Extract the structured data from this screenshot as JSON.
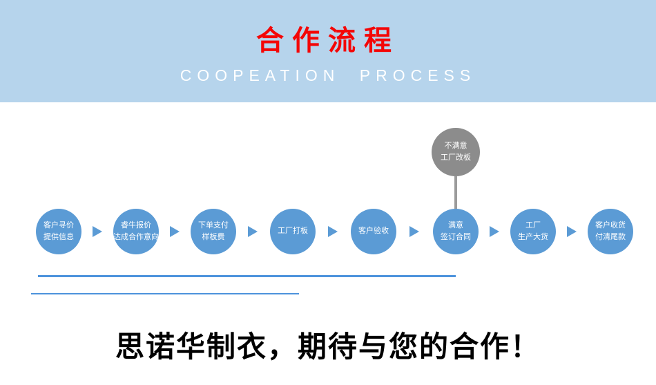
{
  "banner": {
    "title": "合作流程",
    "subtitle": "COOPEATION PROCESS"
  },
  "steps": [
    {
      "line1": "客户寻价",
      "line2": "提供信息"
    },
    {
      "line1": "睿牛报价",
      "line2": "达成合作意向"
    },
    {
      "line1": "下单支付",
      "line2": "样板费"
    },
    {
      "line1": "工厂打板",
      "line2": ""
    },
    {
      "line1": "客户验收",
      "line2": ""
    },
    {
      "line1": "满意",
      "line2": "签订合同"
    },
    {
      "line1": "工厂",
      "line2": "生产大货"
    },
    {
      "line1": "客户收货",
      "line2": "付清尾款"
    }
  ],
  "detour": {
    "line1": "不满意",
    "line2": "工厂改板"
  },
  "footer": {
    "slogan": "思诺华制衣，期待与您的合作！"
  },
  "colors": {
    "banner_bg": "#b6d4ec",
    "title_red": "#f40606",
    "node_blue": "#5b9bd5",
    "detour_gray": "#8c8c8c",
    "line_blue": "#4d93dc"
  }
}
